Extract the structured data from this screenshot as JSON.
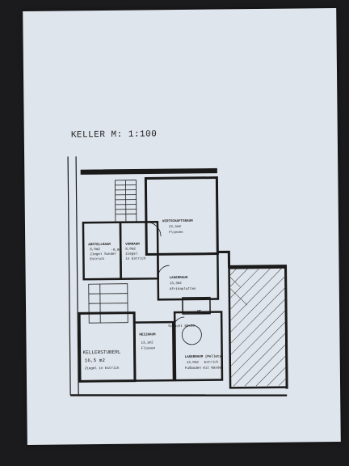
{
  "plan": {
    "title": "KELLER  M: 1:100"
  },
  "rooms": [
    {
      "id": "wirtschaftsraum",
      "name": "WIRTSCHAFTSRAUM",
      "area": "22,5m2",
      "floor": "Fliesen"
    },
    {
      "id": "abstellraum",
      "name": "ABSTELLRAUM",
      "area": "8,0m2",
      "floor": "Ziegel Sonder",
      "note": "Estrich",
      "step": "-0,80"
    },
    {
      "id": "vorraum",
      "name": "VORRAUM",
      "area": "8,0m2",
      "floor": "Ziegel",
      "note": "in Estrich"
    },
    {
      "id": "lagerraum",
      "name": "LAGERRAUM",
      "area": "13,3m2",
      "floor": "Afrikaplatten"
    },
    {
      "id": "kellerstuberl",
      "name": "KELLERSTUBERL",
      "area": "16,5 m2",
      "floor": "Ziegel in Estrich"
    },
    {
      "id": "heizraum",
      "name": "HEIZRAUM",
      "area": "13,1m2",
      "floor": "Fliesen"
    },
    {
      "id": "lagerraum2",
      "name": "LAGERRAUM (Pellets)",
      "area": "13,0m2",
      "floor": "Estrich"
    },
    {
      "id": "wc",
      "name": "WC"
    }
  ],
  "annotations": {
    "shaft": "Schacht 60x80",
    "pellets_note": "Fußboden mit Wände"
  }
}
